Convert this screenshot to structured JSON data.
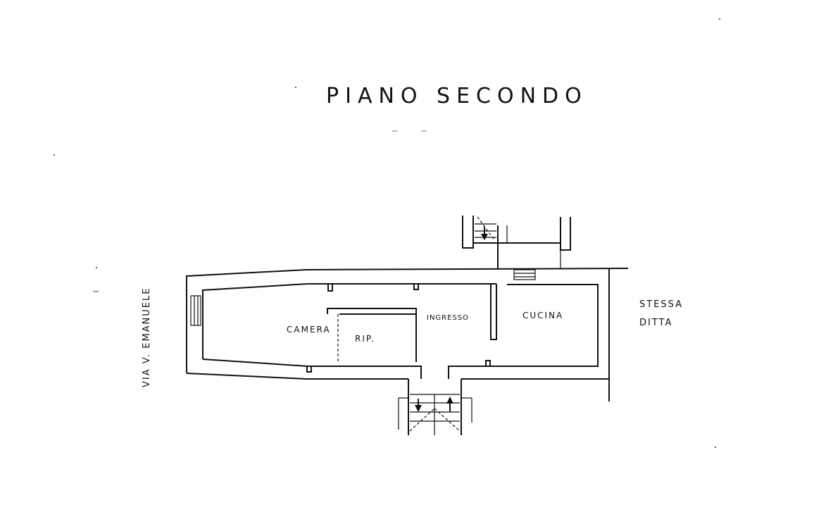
{
  "title": "PIANO SECONDO",
  "rooms": {
    "camera": "CAMERA",
    "rip": "RIP.",
    "ingresso": "INGRESSO",
    "cucina": "CUCINA"
  },
  "street": "VIA V. EMANUELE",
  "neighbor": {
    "line1": "STESSA",
    "line2": "DITTA"
  }
}
